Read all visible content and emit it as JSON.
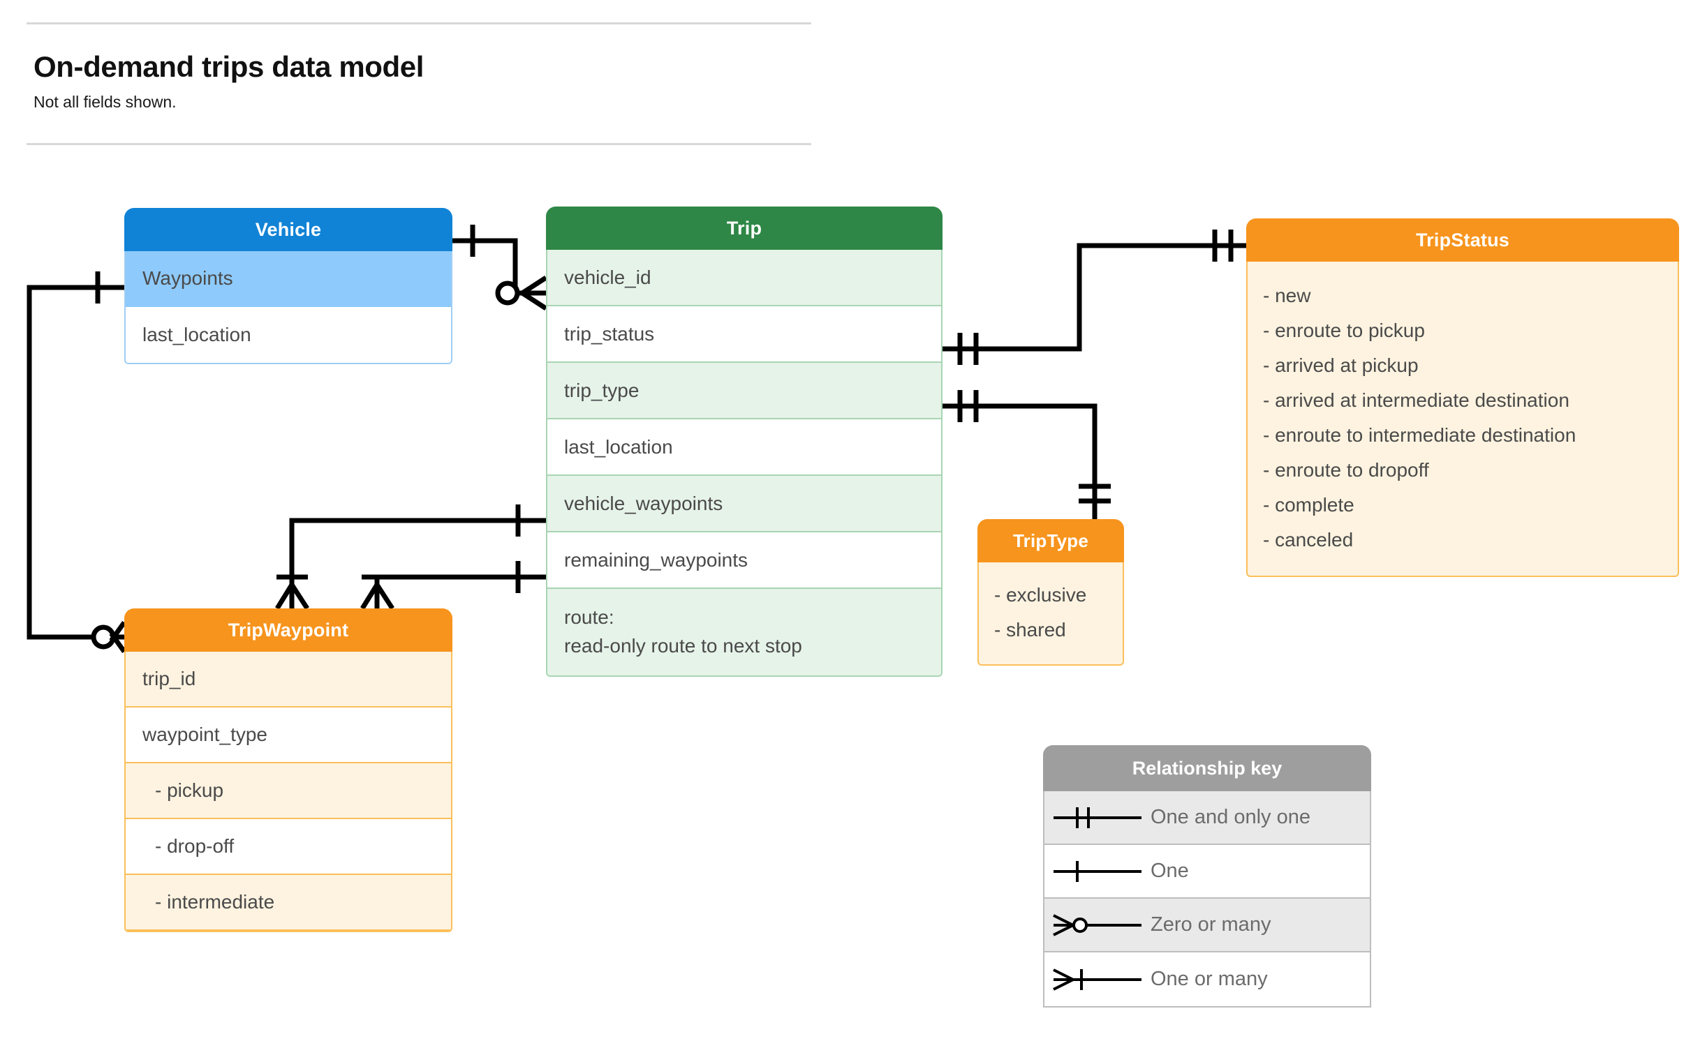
{
  "header": {
    "title": "On-demand trips data model",
    "subtitle": "Not all fields shown."
  },
  "entities": {
    "vehicle": {
      "name": "Vehicle",
      "header_color": "#1183D6",
      "fields": [
        "Waypoints",
        "last_location"
      ]
    },
    "trip": {
      "name": "Trip",
      "header_color": "#2E8746",
      "fields": [
        "vehicle_id",
        "trip_status",
        "trip_type",
        "last_location",
        "vehicle_waypoints",
        "remaining_waypoints"
      ],
      "route_label": "route:",
      "route_note": "read-only route to next stop"
    },
    "trip_status": {
      "name": "TripStatus",
      "header_color": "#F7941D",
      "values": [
        "- new",
        "- enroute to pickup",
        "- arrived at pickup",
        "- arrived at intermediate destination",
        "- enroute to intermediate destination",
        "- enroute to dropoff",
        "- complete",
        "- canceled"
      ]
    },
    "trip_type": {
      "name": "TripType",
      "header_color": "#F7941D",
      "values": [
        "- exclusive",
        "- shared"
      ]
    },
    "trip_waypoint": {
      "name": "TripWaypoint",
      "header_color": "#F7941D",
      "fields": [
        "trip_id",
        "waypoint_type"
      ],
      "waypoint_type_values": [
        "-  pickup",
        "-  drop-off",
        "-  intermediate"
      ]
    }
  },
  "legend": {
    "title": "Relationship key",
    "items": [
      {
        "symbol": "one-and-only-one",
        "label": "One and only one"
      },
      {
        "symbol": "one",
        "label": "One"
      },
      {
        "symbol": "zero-or-many",
        "label": "Zero or many"
      },
      {
        "symbol": "one-or-many",
        "label": "One or many"
      }
    ]
  },
  "relationships": [
    {
      "from": "Vehicle",
      "from_cardinality": "one",
      "to": "Trip.vehicle_id",
      "to_cardinality": "zero-or-many"
    },
    {
      "from": "Vehicle.Waypoints",
      "from_cardinality": "one",
      "to": "TripWaypoint",
      "to_cardinality": "zero-or-many"
    },
    {
      "from": "Trip.trip_status",
      "from_cardinality": "one-and-only-one",
      "to": "TripStatus",
      "to_cardinality": "one-and-only-one"
    },
    {
      "from": "Trip.trip_type",
      "from_cardinality": "one-and-only-one",
      "to": "TripType",
      "to_cardinality": "one-and-only-one"
    },
    {
      "from": "Trip.vehicle_waypoints",
      "from_cardinality": "one",
      "to": "TripWaypoint",
      "to_cardinality": "one-or-many"
    },
    {
      "from": "Trip.remaining_waypoints",
      "from_cardinality": "one",
      "to": "TripWaypoint",
      "to_cardinality": "one-or-many"
    }
  ]
}
